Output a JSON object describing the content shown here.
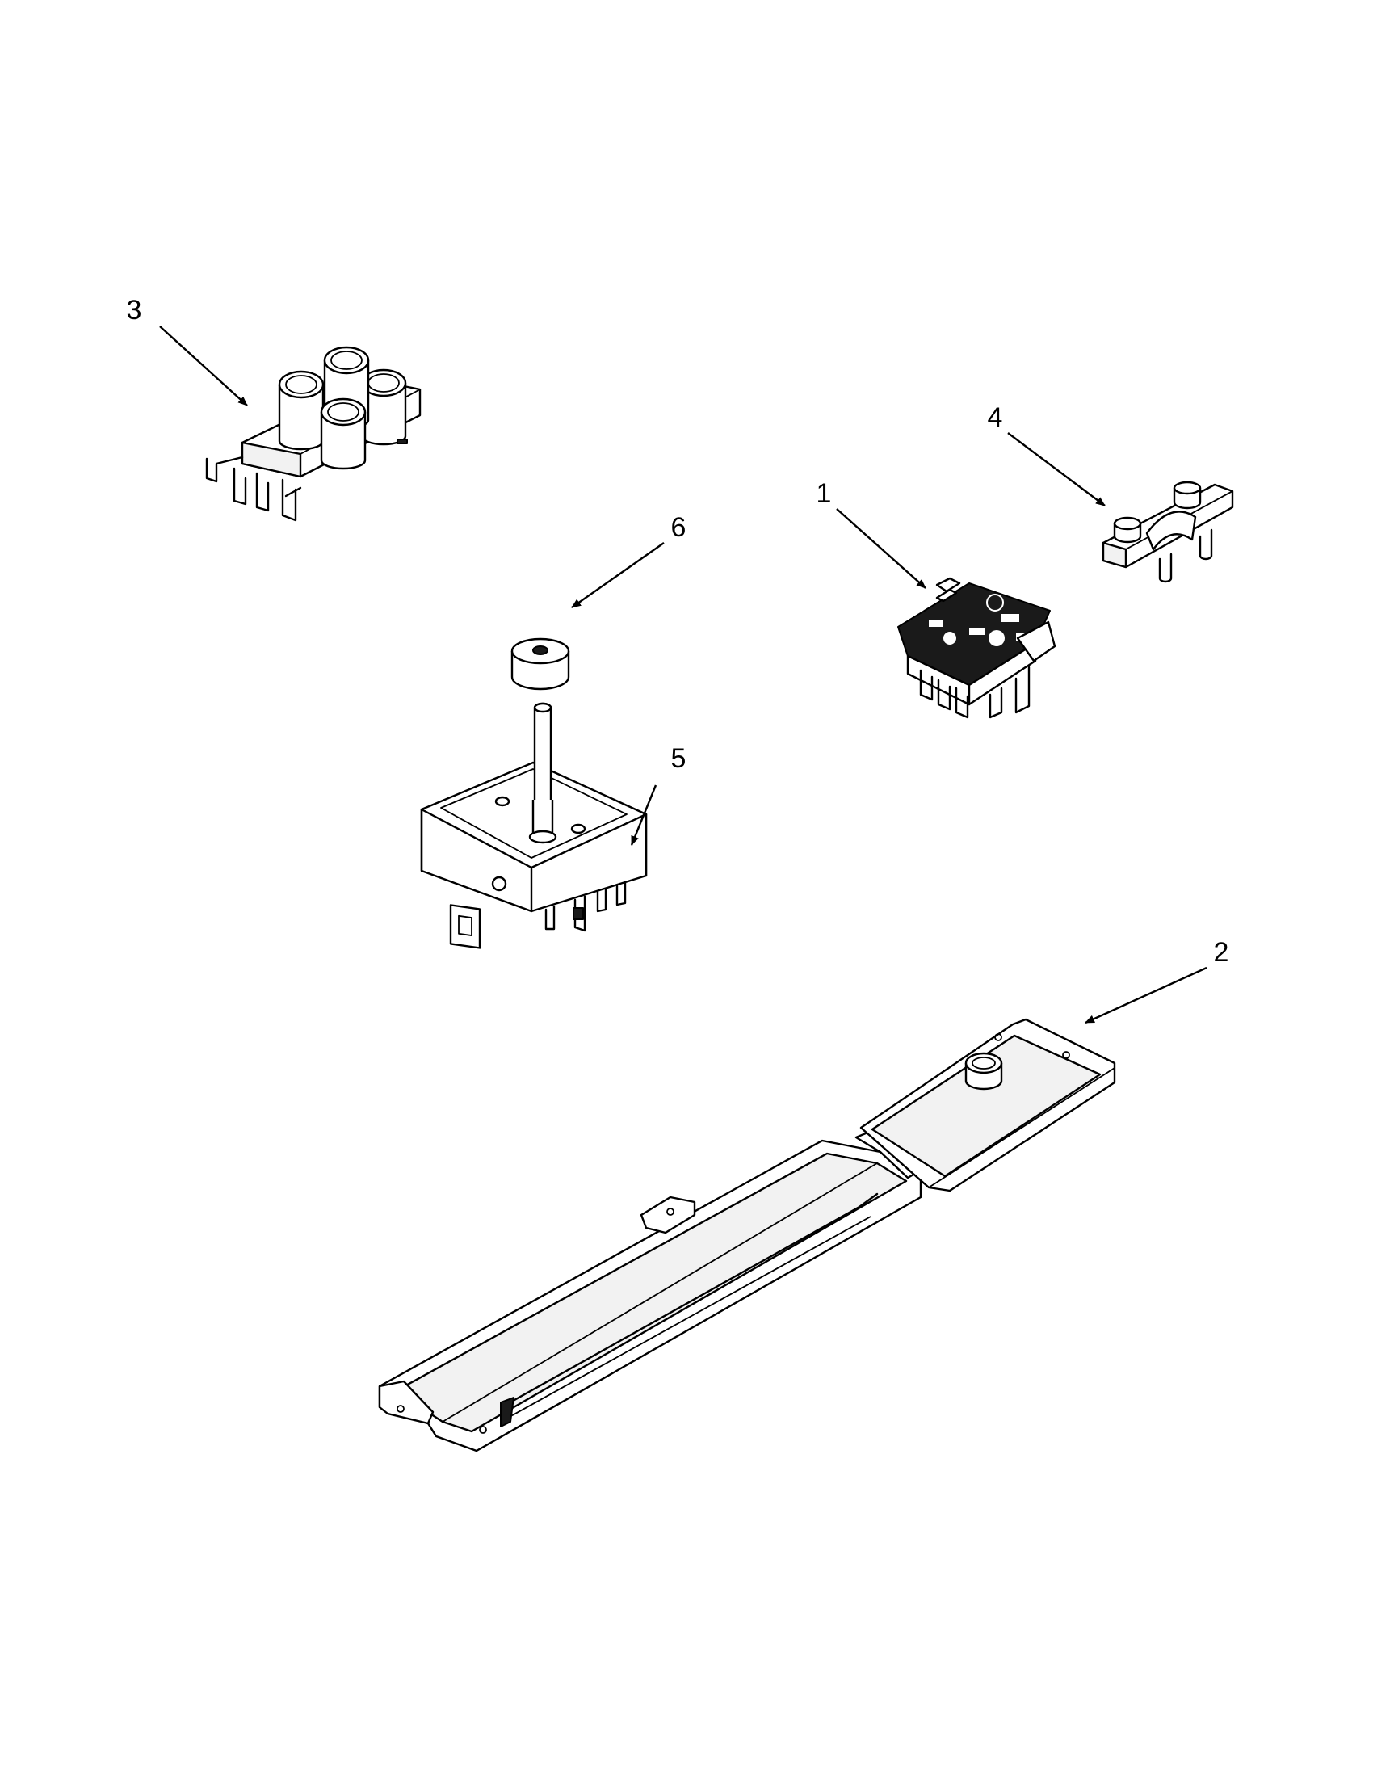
{
  "callouts": {
    "part_1": "1",
    "part_2": "2",
    "part_3": "3",
    "part_4": "4",
    "part_5": "5",
    "part_6": "6"
  },
  "colors": {
    "line": "#000000",
    "background": "#ffffff"
  }
}
